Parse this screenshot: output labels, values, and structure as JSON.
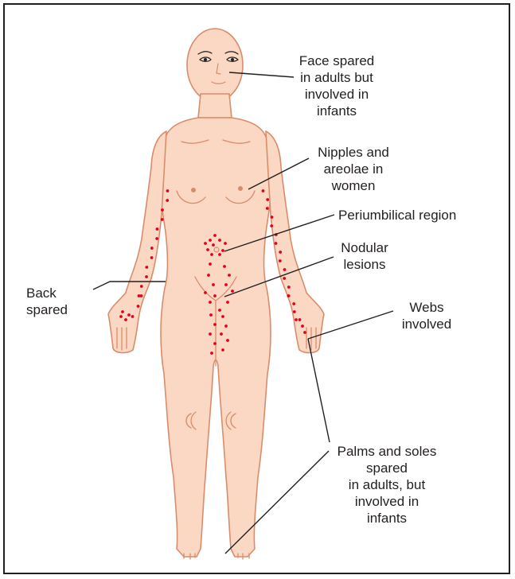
{
  "colors": {
    "skin": "#fbd8c4",
    "outline": "#d98c6c",
    "lesion": "#e3001b",
    "text": "#231f20",
    "border": "#231f20"
  },
  "labels": {
    "face": "Face spared\nin adults but\ninvolved in\ninfants",
    "nipples": "Nipples and\nareolae in\nwomen",
    "periumbilical": "Periumbilical region",
    "nodular": "Nodular\nlesions",
    "back": "Back\nspared",
    "webs": "Webs\ninvolved",
    "palms": "Palms and soles\nspared\nin adults, but\ninvolved in\ninfants"
  }
}
